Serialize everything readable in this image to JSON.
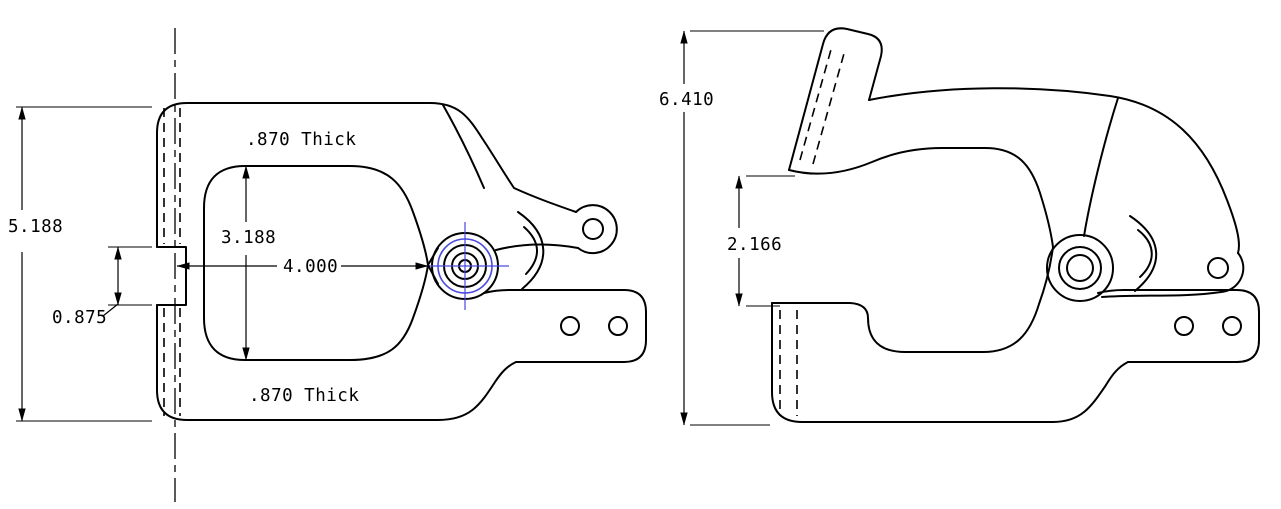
{
  "document": {
    "type": "cad-technical-drawing",
    "part": "locking-clamp",
    "background_color": "#ffffff",
    "line_color": "#000000",
    "selection_highlight_color": "#4a4adf"
  },
  "views": {
    "front": {
      "name": "clamp-closed-front-view",
      "dims": {
        "overall_height": "5.188",
        "slot_width": "0.875",
        "throat_height": "3.188",
        "throat_depth": "4.000",
        "thickness_top": ".870 Thick",
        "thickness_bottom": ".870 Thick"
      }
    },
    "side": {
      "name": "clamp-open-view",
      "dims": {
        "overall_height": "6.410",
        "jaw_opening": "2.166"
      }
    }
  }
}
